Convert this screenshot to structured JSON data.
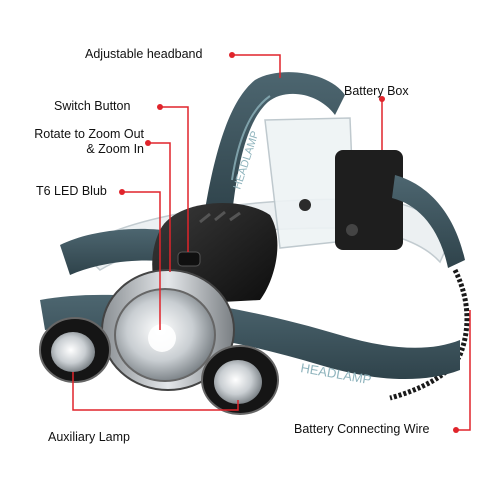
{
  "labels": {
    "headband": "Adjustable headband",
    "switch": "Switch Button",
    "rotate_line1": "Rotate to Zoom Out",
    "rotate_line2": "& Zoom In",
    "led": "T6 LED Blub",
    "battery_box": "Battery Box",
    "auxiliary": "Auxiliary Lamp",
    "wire": "Battery Connecting Wire"
  },
  "colors": {
    "callout": "#e0242b",
    "strap": "#3f5660",
    "strap_print": "#8fb4bd",
    "body": "#1c1c1c",
    "lens": "#d9dde0",
    "clear_band": "#e9eef0"
  }
}
